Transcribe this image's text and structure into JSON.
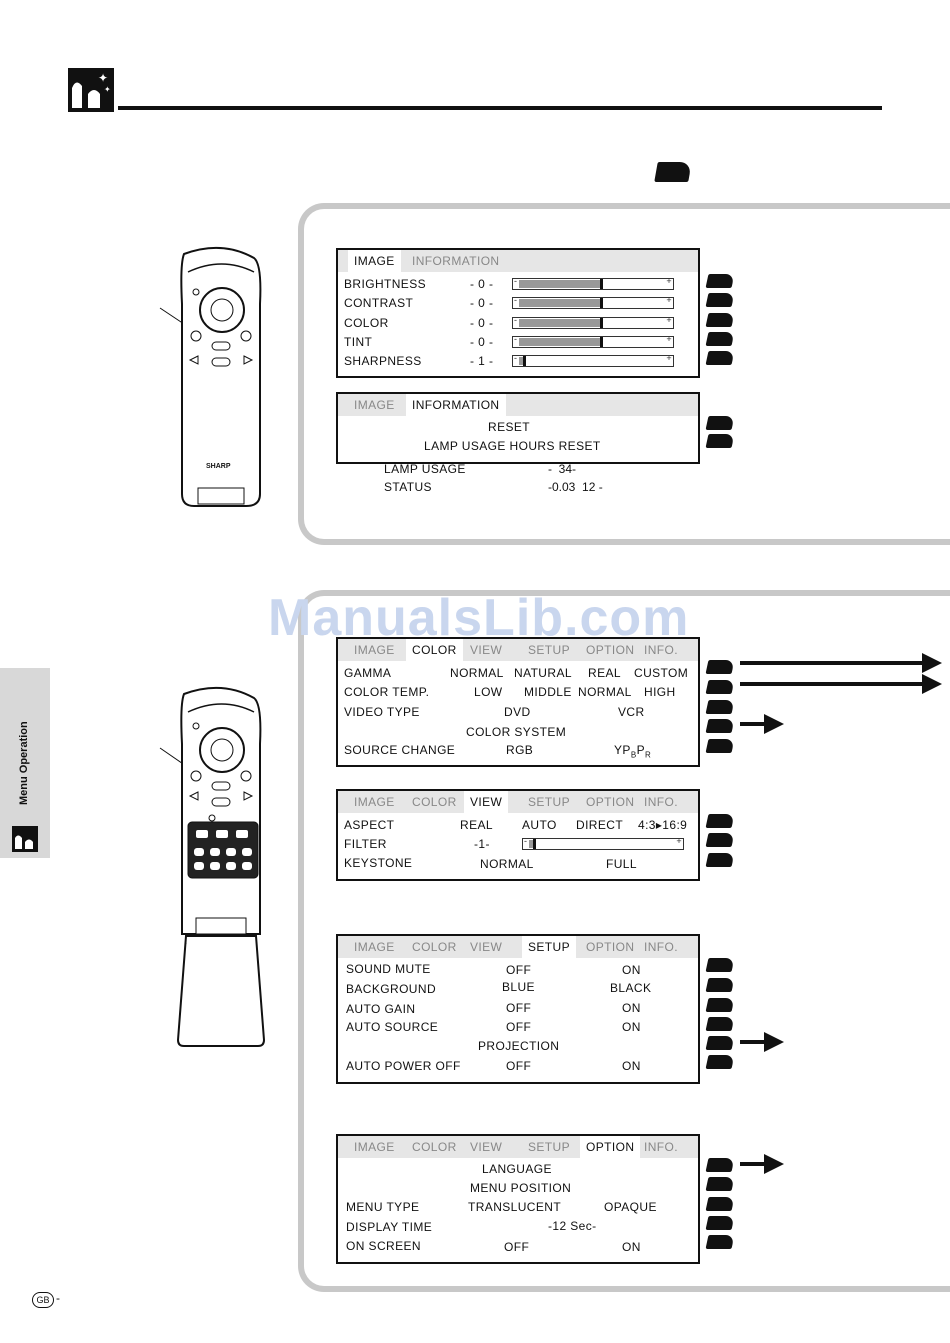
{
  "watermark": "ManualsLib.com",
  "side_label": "Menu Operation",
  "footer": {
    "badge": "GB",
    "dash": "-"
  },
  "image_menu": {
    "tabs": [
      "IMAGE",
      "INFORMATION"
    ],
    "rows": [
      {
        "label": "BRIGHTNESS",
        "value": "- 0 -",
        "level": 0.55
      },
      {
        "label": "CONTRAST",
        "value": "- 0 -",
        "level": 0.55
      },
      {
        "label": "COLOR",
        "value": "- 0 -",
        "level": 0.55
      },
      {
        "label": "TINT",
        "value": "- 0 -",
        "level": 0.55
      },
      {
        "label": "SHARPNESS",
        "value": "- 1 -",
        "level": 0.03
      }
    ]
  },
  "info_menu": {
    "tabs": [
      "IMAGE",
      "INFORMATION"
    ],
    "reset": "RESET",
    "lamp_reset": "LAMP USAGE HOURS RESET",
    "lamp_usage_label": "LAMP USAGE",
    "lamp_usage_value": "-  34-",
    "status_label": "STATUS",
    "status_value": "-0.03  12 -"
  },
  "color_menu": {
    "tabs": [
      "IMAGE",
      "COLOR",
      "VIEW",
      "SETUP",
      "OPTION",
      "INFO."
    ],
    "gamma": {
      "label": "GAMMA",
      "opts": [
        "NORMAL",
        "NATURAL",
        "REAL",
        "CUSTOM"
      ]
    },
    "color_temp": {
      "label": "COLOR TEMP.",
      "opts": [
        "LOW",
        "MIDDLE",
        "NORMAL",
        "HIGH"
      ]
    },
    "video_type": {
      "label": "VIDEO TYPE",
      "opts": [
        "DVD",
        "VCR"
      ]
    },
    "color_system": "COLOR SYSTEM",
    "source_change": {
      "label": "SOURCE CHANGE",
      "opts": [
        "RGB",
        "YPBPR"
      ]
    }
  },
  "view_menu": {
    "tabs": [
      "IMAGE",
      "COLOR",
      "VIEW",
      "SETUP",
      "OPTION",
      "INFO."
    ],
    "aspect": {
      "label": "ASPECT",
      "opts": [
        "REAL",
        "AUTO",
        "DIRECT",
        "4:3▸16:9"
      ]
    },
    "filter": {
      "label": "FILTER",
      "value": "-1-",
      "level": 0.03
    },
    "keystone": {
      "label": "KEYSTONE",
      "opts": [
        "NORMAL",
        "FULL"
      ]
    }
  },
  "setup_menu": {
    "tabs": [
      "IMAGE",
      "COLOR",
      "VIEW",
      "SETUP",
      "OPTION",
      "INFO."
    ],
    "rows": [
      {
        "label": "SOUND MUTE",
        "a": "OFF",
        "b": "ON"
      },
      {
        "label": "BACKGROUND",
        "a": "BLUE",
        "b": "BLACK"
      },
      {
        "label": "AUTO GAIN",
        "a": "OFF",
        "b": "ON"
      },
      {
        "label": "AUTO SOURCE",
        "a": "OFF",
        "b": "ON"
      },
      {
        "label": "",
        "a": "PROJECTION",
        "b": ""
      },
      {
        "label": "AUTO POWER OFF",
        "a": "OFF",
        "b": "ON"
      }
    ]
  },
  "option_menu": {
    "tabs": [
      "IMAGE",
      "COLOR",
      "VIEW",
      "SETUP",
      "OPTION",
      "INFO."
    ],
    "language": "LANGUAGE",
    "menu_position": "MENU POSITION",
    "menu_type": {
      "label": "MENU TYPE",
      "opts": [
        "TRANSLUCENT",
        "OPAQUE"
      ]
    },
    "display_time": {
      "label": "DISPLAY TIME",
      "value": "-12 Sec-"
    },
    "on_screen": {
      "label": "ON SCREEN",
      "opts": [
        "OFF",
        "ON"
      ]
    }
  },
  "remote_brand": "SHARP"
}
